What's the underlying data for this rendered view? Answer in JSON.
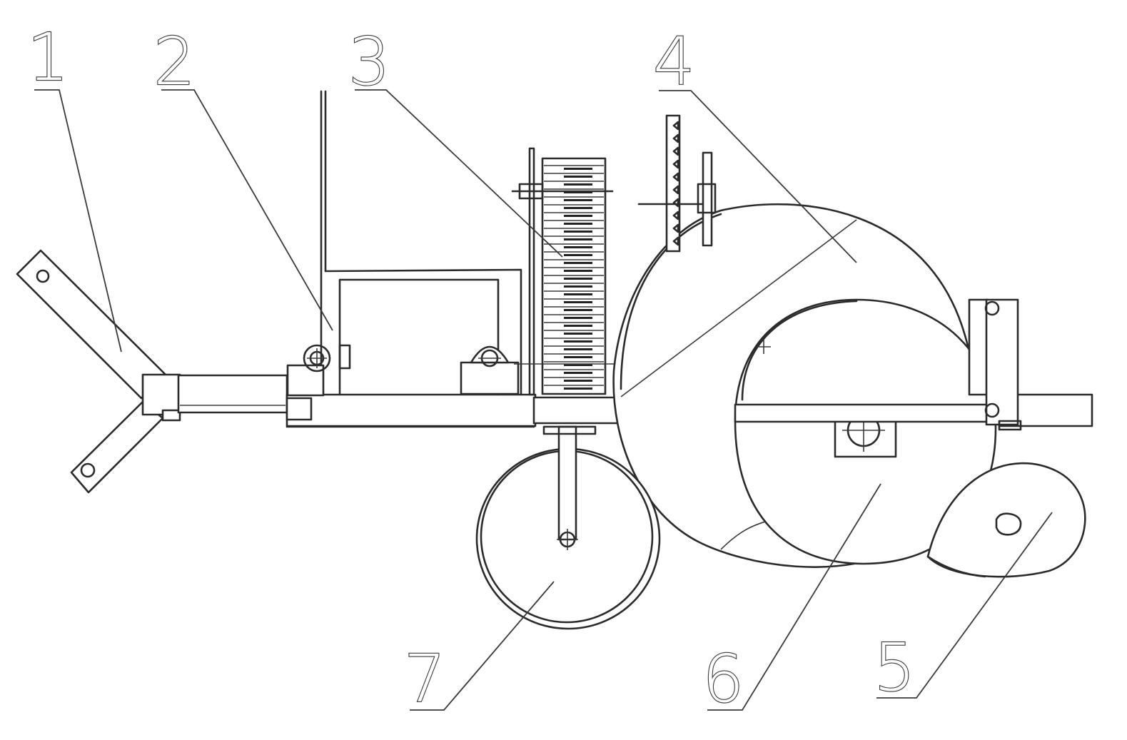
{
  "diagram": {
    "colors": {
      "line": "#2b2b2b",
      "background": "#ffffff"
    },
    "callouts": [
      {
        "id": "c1",
        "label": "1"
      },
      {
        "id": "c2",
        "label": "2"
      },
      {
        "id": "c3",
        "label": "3"
      },
      {
        "id": "c4",
        "label": "4"
      },
      {
        "id": "c5",
        "label": "5"
      },
      {
        "id": "c6",
        "label": "6"
      },
      {
        "id": "c7",
        "label": "7"
      }
    ]
  }
}
